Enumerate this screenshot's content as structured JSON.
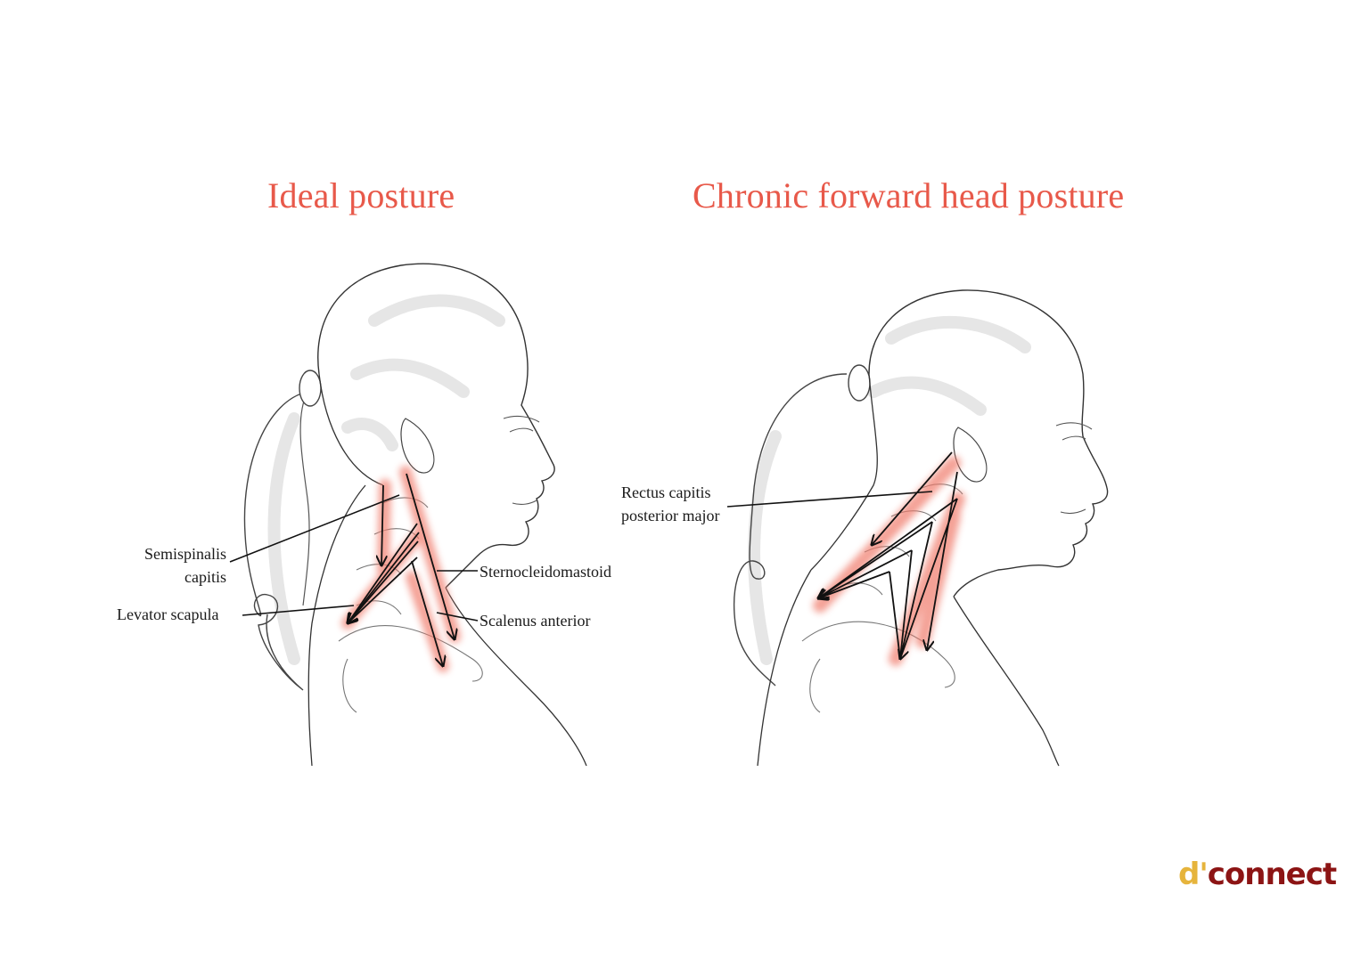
{
  "titles": {
    "left": "Ideal posture",
    "right": "Chronic forward head posture"
  },
  "labels": {
    "left": {
      "semispinalis_line1": "Semispinalis",
      "semispinalis_line2": "capitis",
      "levator": "Levator scapula",
      "sternocleidomastoid": "Sternocleidomastoid",
      "scalenus": "Scalenus anterior"
    },
    "right": {
      "rectus_line1": "Rectus capitis",
      "rectus_line2": "posterior major"
    }
  },
  "logo": {
    "prefix": "d'",
    "suffix": "connect"
  },
  "colors": {
    "title": "#e8594a",
    "muscle_highlight": "#f07a6a",
    "outline": "#333333",
    "hair_shade": "#e6e6e6",
    "logo_gold": "#e6b43c",
    "logo_red": "#8c1414"
  }
}
